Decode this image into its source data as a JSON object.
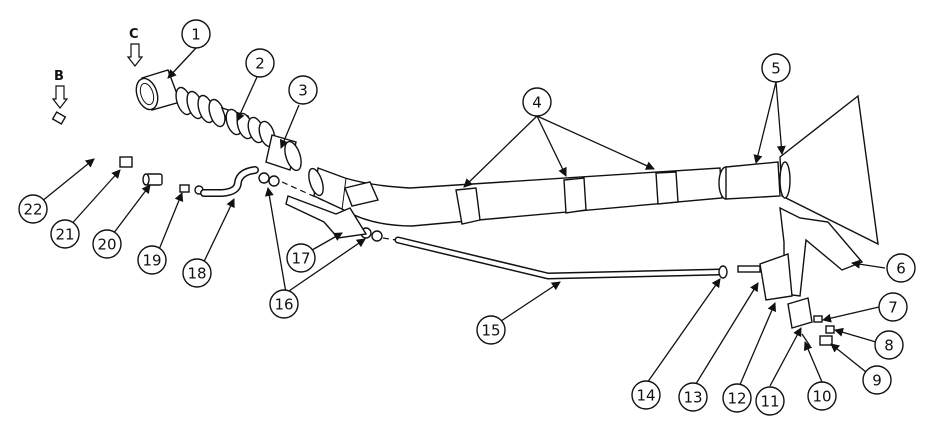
{
  "view_labels": {
    "b": "B",
    "c": "C"
  },
  "callouts": [
    {
      "n": "1"
    },
    {
      "n": "2"
    },
    {
      "n": "3"
    },
    {
      "n": "4"
    },
    {
      "n": "5"
    },
    {
      "n": "6"
    },
    {
      "n": "7"
    },
    {
      "n": "8"
    },
    {
      "n": "9"
    },
    {
      "n": "10"
    },
    {
      "n": "11"
    },
    {
      "n": "12"
    },
    {
      "n": "13"
    },
    {
      "n": "14"
    },
    {
      "n": "15"
    },
    {
      "n": "16"
    },
    {
      "n": "17"
    },
    {
      "n": "18"
    },
    {
      "n": "19"
    },
    {
      "n": "20"
    },
    {
      "n": "21"
    },
    {
      "n": "22"
    }
  ]
}
